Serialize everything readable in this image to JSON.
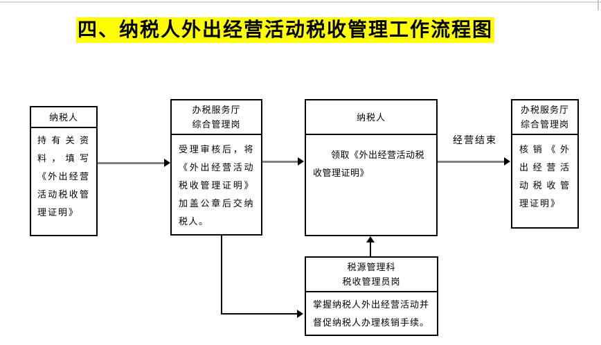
{
  "title": {
    "text": "四、纳税人外出经营活动税收管理工作流程图"
  },
  "flow": {
    "boxes": [
      {
        "role": "taxpayer-prepare",
        "header": "纳税人",
        "body": "持有关资料，填写《外出经营活动税收管理证明》"
      },
      {
        "role": "service-hall-accept",
        "header": "办税服务厅\n综合管理岗",
        "body": "受理审核后，将《外出经营活动税收管理证明》加盖公章后交纳税人。"
      },
      {
        "role": "taxpayer-receive",
        "header": "纳税人",
        "body": "领取《外出经营活动税收管理证明》"
      },
      {
        "role": "service-hall-cancel",
        "header": "办税服务厅\n综合管理岗",
        "body": "核销《外出经营活动税收管理证明》"
      },
      {
        "role": "tax-source-admin",
        "header": "税源管理科\n税收管理员岗",
        "body": "掌握纳税人外出经营活动并督促纳税人办理核销手续。"
      }
    ],
    "edge_label": "经营结束"
  },
  "colors": {
    "highlight": "#ffff00",
    "title_text": "#000000",
    "text": "#000000",
    "box_border": "#000000",
    "connector_main": "#7f7f7f",
    "connector_secondary": "#000000"
  }
}
